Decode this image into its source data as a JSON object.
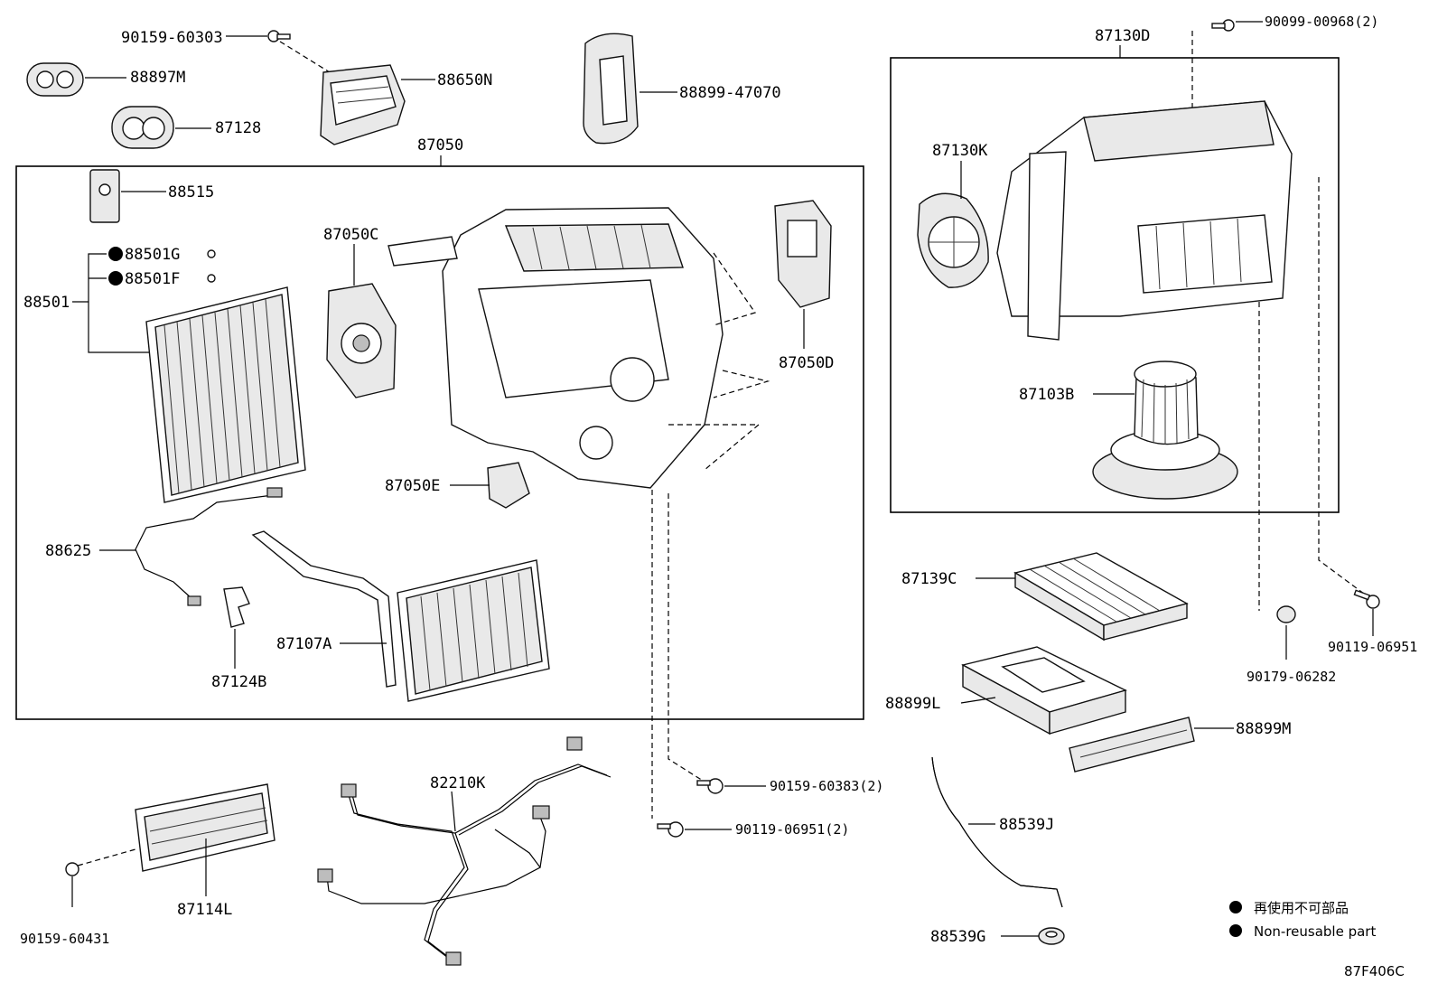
{
  "diagram_code": "87F406C",
  "legend": {
    "japanese": "再使用不可部品",
    "english": "Non-reusable part"
  },
  "labels": {
    "p90159_60303": "90159-60303",
    "p88897M": "88897M",
    "p87128": "87128",
    "p88650N": "88650N",
    "p88899_47070": "88899-47070",
    "p87050": "87050",
    "p88515": "88515",
    "p88501G": "88501G",
    "p88501F": "88501F",
    "p88501": "88501",
    "p87050C": "87050C",
    "p87050D": "87050D",
    "p87050E": "87050E",
    "p88625": "88625",
    "p87107A": "87107A",
    "p87124B": "87124B",
    "p87130D": "87130D",
    "p90099_00968": "90099-00968(2)",
    "p87130K": "87130K",
    "p87103B": "87103B",
    "p87139C": "87139C",
    "p88899L": "88899L",
    "p88899M": "88899M",
    "p90119_06951": "90119-06951",
    "p90179_06282": "90179-06282",
    "p90159_60383": "90159-60383(2)",
    "p90119_06951_2": "90119-06951(2)",
    "p82210K": "82210K",
    "p88539J": "88539J",
    "p88539G": "88539G",
    "p87114L": "87114L",
    "p90159_60431": "90159-60431"
  }
}
